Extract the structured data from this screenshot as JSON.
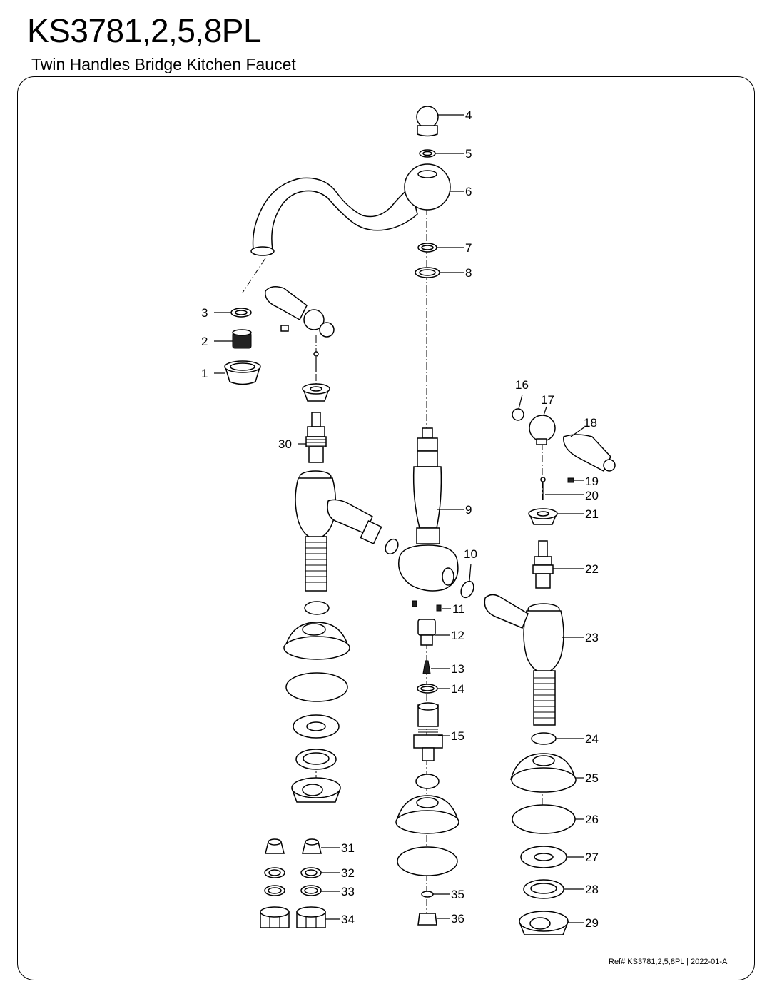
{
  "header": {
    "model": "KS3781,2,5,8PL",
    "description": "Twin Handles Bridge Kitchen Faucet"
  },
  "footer": {
    "reference": "Ref# KS3781,2,5,8PL | 2022-01-A"
  },
  "callouts": [
    "1",
    "2",
    "3",
    "4",
    "5",
    "6",
    "7",
    "8",
    "9",
    "10",
    "11",
    "12",
    "13",
    "14",
    "15",
    "16",
    "17",
    "18",
    "19",
    "20",
    "21",
    "22",
    "23",
    "24",
    "25",
    "26",
    "27",
    "28",
    "29",
    "30",
    "31",
    "32",
    "33",
    "34",
    "35",
    "36"
  ]
}
